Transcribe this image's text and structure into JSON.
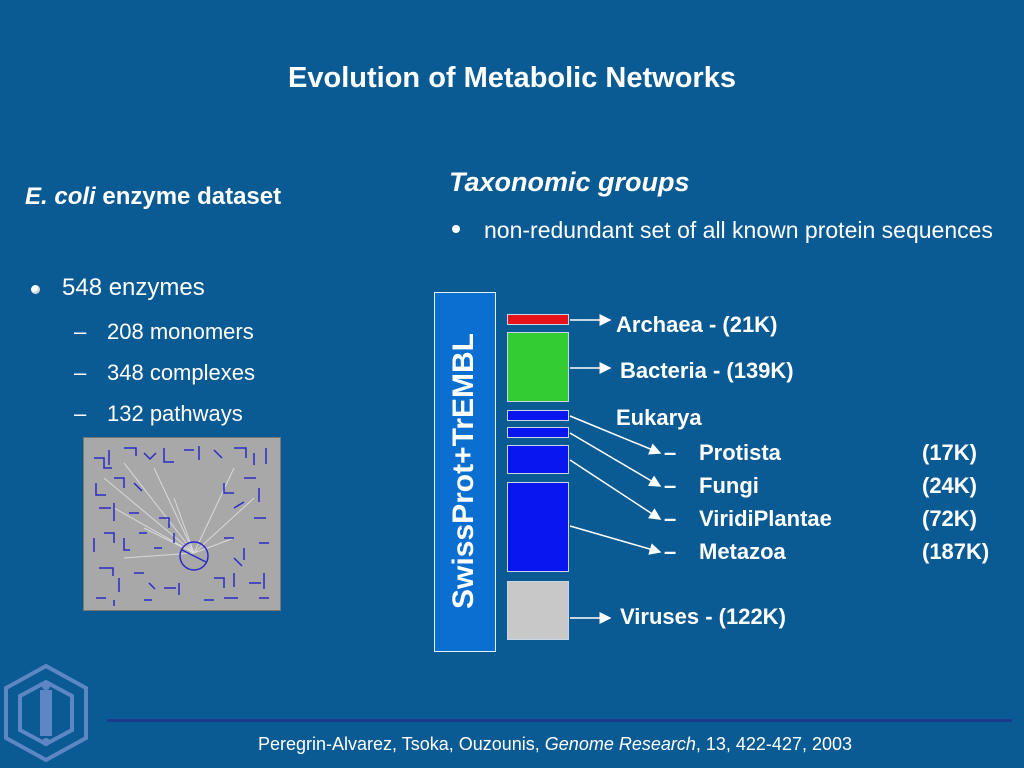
{
  "title": "Evolution of Metabolic Networks",
  "left": {
    "heading_italic": "E. coli",
    "heading_rest": " enzyme dataset",
    "bullet": "548 enzymes",
    "subitems": [
      "208 monomers",
      "348 complexes",
      "132 pathways"
    ]
  },
  "right": {
    "heading": "Taxonomic groups",
    "bullet": "non-redundant set of all known protein sequences",
    "database_label": "SwissProt+TrEMBL",
    "archaea_label": "Archaea - (21K)",
    "bacteria_label": "Bacteria - (139K)",
    "eukarya_label": "Eukarya",
    "eukarya_groups": [
      {
        "name": "Protista",
        "count": "(17K)"
      },
      {
        "name": "Fungi",
        "count": "(24K)"
      },
      {
        "name": "ViridiPlantae",
        "count": "(72K)"
      },
      {
        "name": "Metazoa",
        "count": "(187K)"
      }
    ],
    "viruses_label": "Viruses - (122K)"
  },
  "colors": {
    "background": "#0a5a93",
    "archaea": "#e8121a",
    "bacteria": "#33cc33",
    "eukarya": "#0a16f0",
    "viruses": "#c8c8c8",
    "database_box": "#0b6fd1"
  },
  "citation": {
    "authors": "Peregrin-Alvarez, Tsoka, Ouzounis, ",
    "journal": "Genome Research",
    "details": ", 13, 422-427, 2003"
  }
}
